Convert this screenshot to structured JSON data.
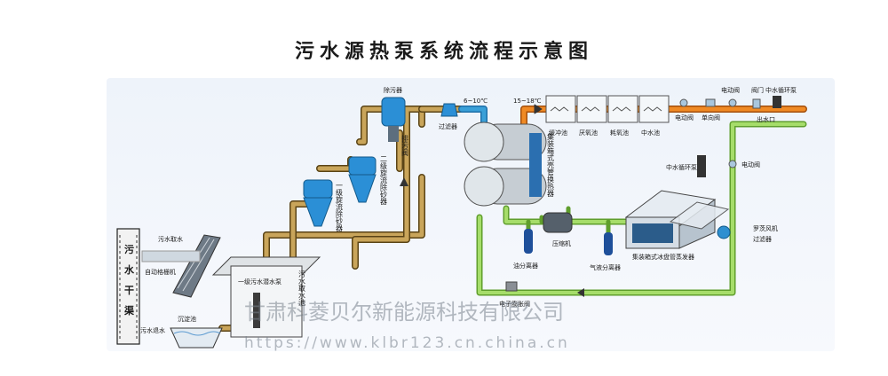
{
  "title": "污水源热泵系统流程示意图",
  "labels": {
    "channel": [
      "污",
      "水",
      "干",
      "渠"
    ],
    "sewage_intake": "污水取水",
    "auto_grille": "自动格栅机",
    "sewage_return": "污水退水",
    "settling_tank": "沉淀池",
    "pit": "污水取水池",
    "pump1": "一级污水潜水泵",
    "sep1": "一级旋流除砂器",
    "sep2": "二级旋流除砂器",
    "decontaminator": "除污器",
    "drain_valve": "排污阀",
    "filter1": "过滤器",
    "temp_in": "6~10℃",
    "temp_out": "15~18℃",
    "heat_exchanger": "集装箱式壳管换热器",
    "buffer_tank": "缓冲池",
    "anoxic_tank": "厌氧池",
    "aerobic_tank": "耗氧池",
    "middle_tank": "中水池",
    "electric_valve": "电动阀",
    "valve": "阀门",
    "mid_pump_top": "中水循环泵",
    "check_valve": "单向阀",
    "outlet": "出水口",
    "mid_pump": "中水循环泵",
    "compressor": "压缩机",
    "oil_sep": "油分离器",
    "gas_liquid_sep": "气液分离器",
    "evaporator": "集装箱式冰盘管蒸发器",
    "roots_fan": "罗茨风机",
    "filter2": "过滤器",
    "expansion_valve": "电子膨胀阀"
  },
  "watermark": {
    "company": "甘肃科菱贝尔新能源科技有限公司",
    "url": "https://www.klbr123.cn.china.cn"
  },
  "colors": {
    "pipe_brown": "#8a6a2e",
    "pipe_orange": "#f08a24",
    "pipe_green": "#8fcf4f",
    "pipe_blue": "#3aa0d8"
  }
}
